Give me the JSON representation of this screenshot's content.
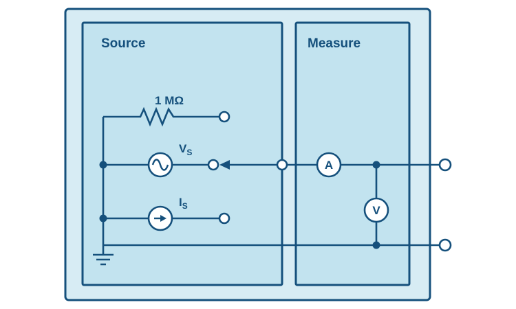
{
  "diagram": {
    "source_box": {
      "label": "Source"
    },
    "measure_box": {
      "label": "Measure"
    },
    "resistor": {
      "label": "1 MΩ"
    },
    "voltage_source": {
      "label": "V",
      "sub": "S"
    },
    "current_source": {
      "label": "I",
      "sub": "S"
    },
    "ammeter": {
      "label": "A"
    },
    "voltmeter": {
      "label": "V"
    },
    "colors": {
      "stroke": "#15507c",
      "outer_fill": "#d7ecf4",
      "inner_fill": "#c2e3ef",
      "background": "#ffffff"
    }
  }
}
